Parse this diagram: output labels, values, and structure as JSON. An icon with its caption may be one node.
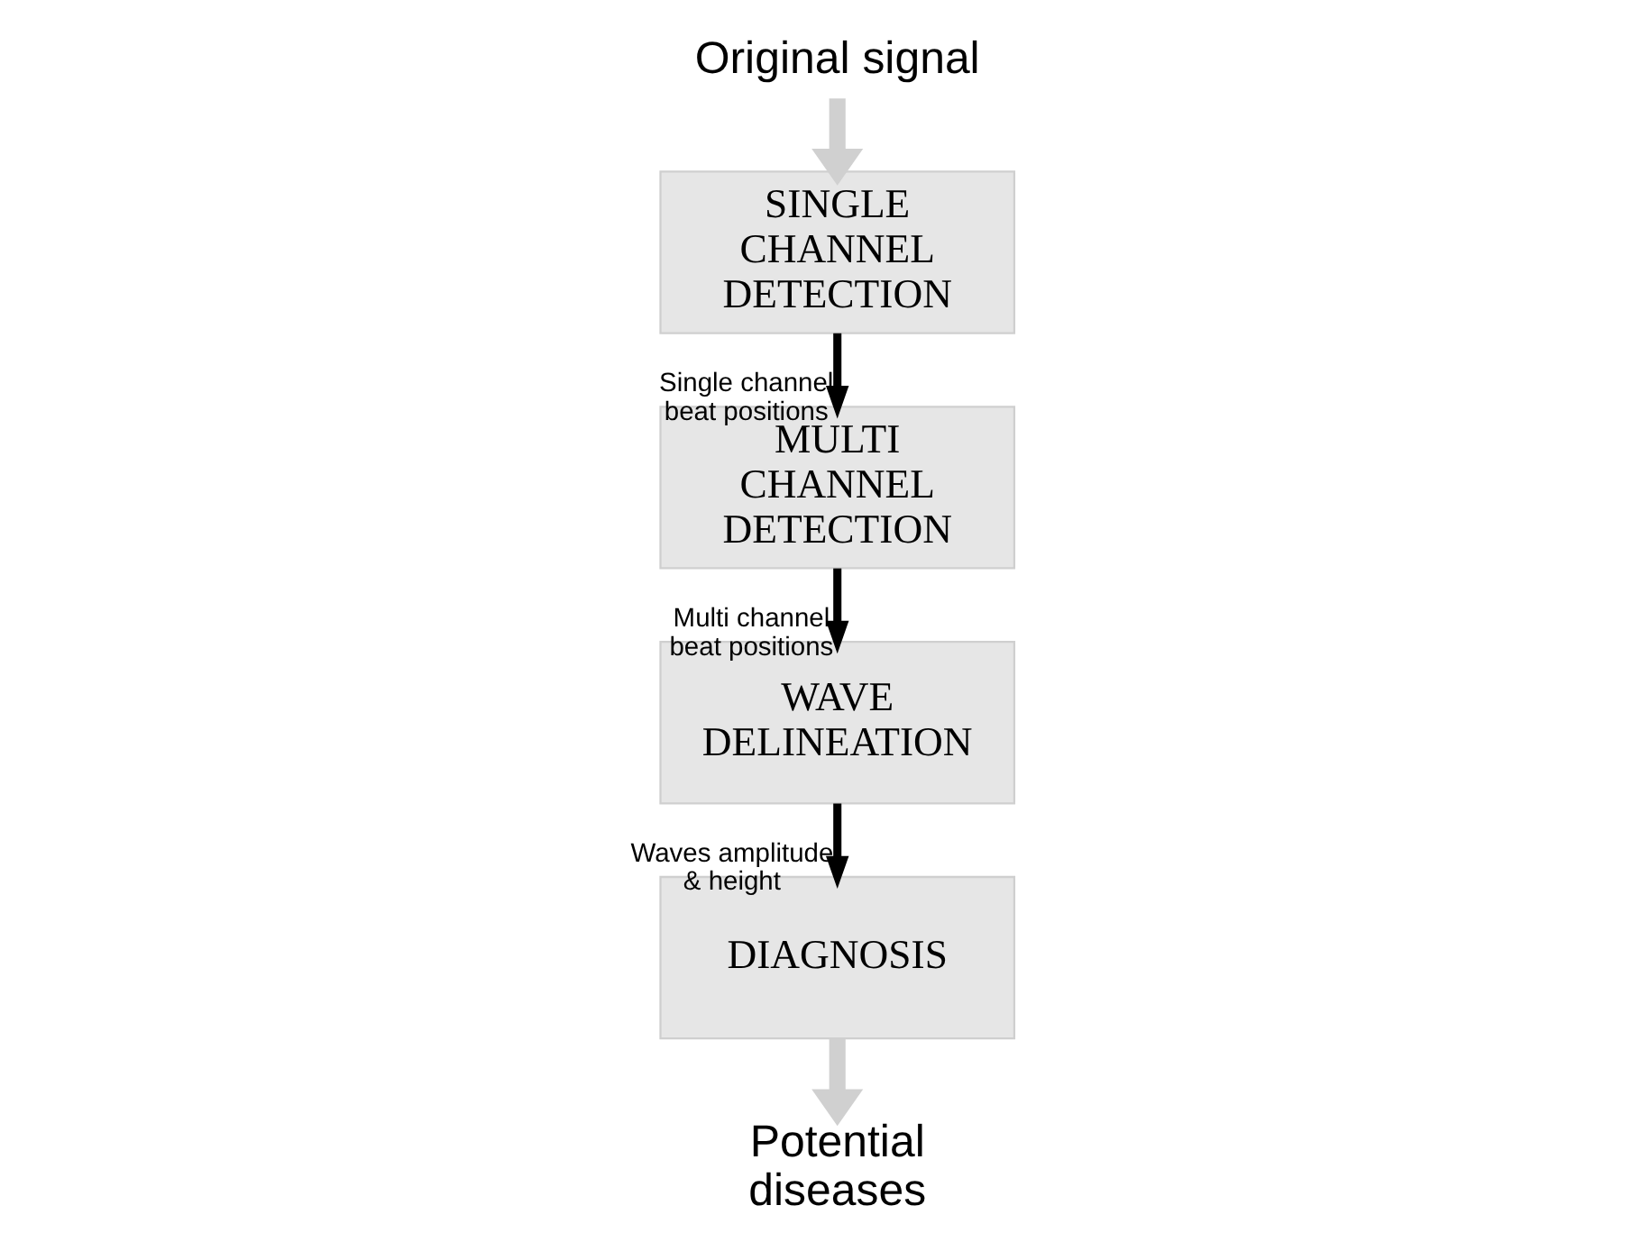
{
  "diagram": {
    "nodes": [
      {
        "text": [
          "Original signal"
        ]
      },
      {
        "text": [
          "SINGLE CHANNEL DETECTION"
        ]
      },
      {
        "text": [
          "MULTI CHANNEL DETECTION"
        ]
      },
      {
        "text": [
          "WAVE DELINEATION"
        ]
      },
      {
        "text": [
          "DIAGNOSIS"
        ]
      },
      {
        "text": [
          "Potential diseases"
        ]
      }
    ],
    "edges": [
      {
        "from": 0,
        "to": 1,
        "arrow": "to",
        "style": "thick",
        "color": "#d0d0d0"
      },
      {
        "from": 1,
        "to": 2,
        "arrow": "to",
        "label": "Single channel beat positions"
      },
      {
        "from": 2,
        "to": 3,
        "arrow": "to",
        "label": "Multi channel beat positions"
      },
      {
        "from": 3,
        "to": 4,
        "arrow": "to",
        "label": "Waves amplitude & height"
      },
      {
        "from": 4,
        "to": 5,
        "arrow": "to",
        "style": "thick",
        "color": "#d0d0d0"
      }
    ]
  }
}
